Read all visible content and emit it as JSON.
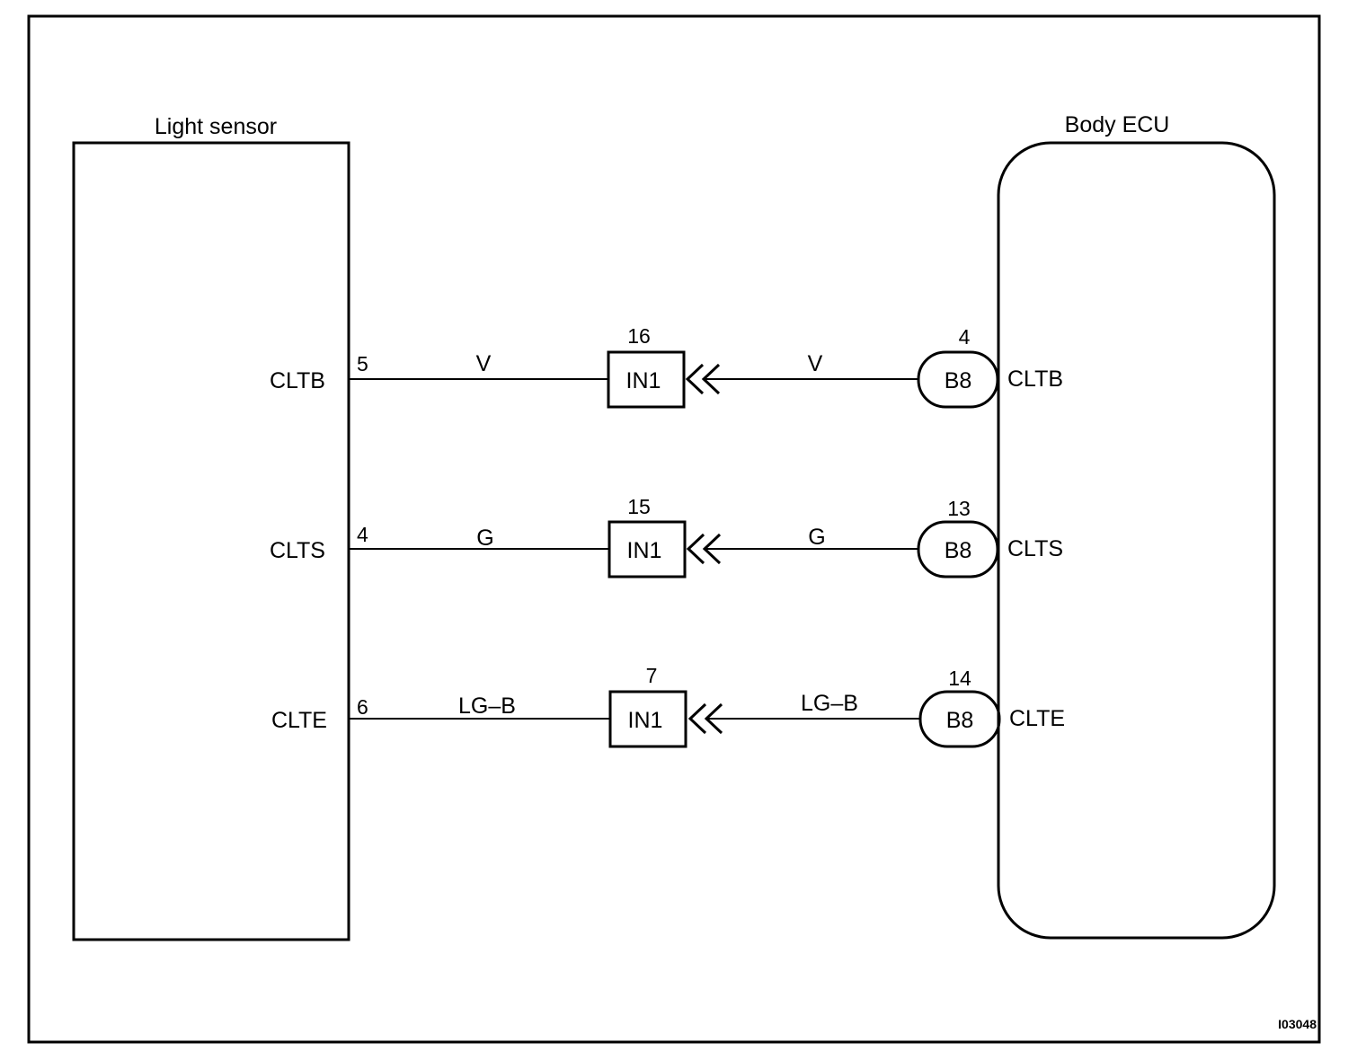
{
  "diagram": {
    "left_component": {
      "name": "Light sensor"
    },
    "right_component": {
      "name": "Body ECU"
    },
    "figure_code": "I03048",
    "circuits": [
      {
        "sensor_terminal": "CLTB",
        "sensor_pin": "5",
        "wire_color_left": "V",
        "junction_label": "IN1",
        "junction_pin": "16",
        "wire_color_right": "V",
        "ecu_connector": "B8",
        "ecu_pin": "4",
        "ecu_terminal": "CLTB"
      },
      {
        "sensor_terminal": "CLTS",
        "sensor_pin": "4",
        "wire_color_left": "G",
        "junction_label": "IN1",
        "junction_pin": "15",
        "wire_color_right": "G",
        "ecu_connector": "B8",
        "ecu_pin": "13",
        "ecu_terminal": "CLTS"
      },
      {
        "sensor_terminal": "CLTE",
        "sensor_pin": "6",
        "wire_color_left": "LG–B",
        "junction_label": "IN1",
        "junction_pin": "7",
        "wire_color_right": "LG–B",
        "ecu_connector": "B8",
        "ecu_pin": "14",
        "ecu_terminal": "CLTE"
      }
    ]
  }
}
